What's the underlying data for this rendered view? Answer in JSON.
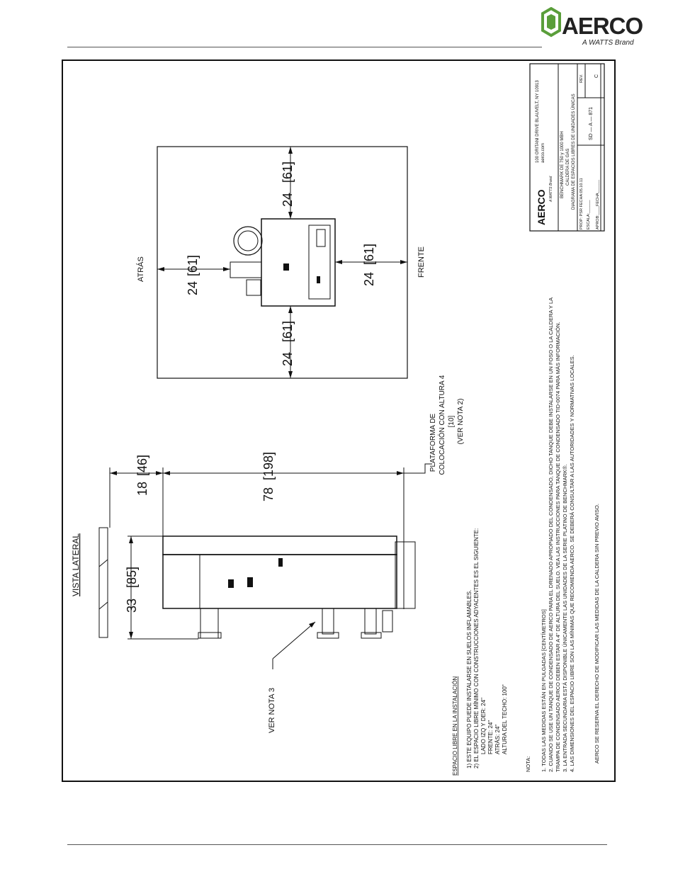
{
  "brand": {
    "name": "AERCO",
    "sub": "A WATTS Brand",
    "sub_watts": "A WATTS Brand",
    "reg": "®"
  },
  "views": {
    "side_view_title": "VISTA LATERAL",
    "back_label": "ATRÁS",
    "front_label": "FRENTE",
    "see_note_3": "VER NOTA 3",
    "platform_line1": "PLATAFORMA DE",
    "platform_line2": "COLOCACIÓN CON ALTURA 4",
    "platform_line3": "[10]",
    "platform_line4": "(VER NOTA 2)"
  },
  "dimensions": {
    "depth_in": "33",
    "depth_cm": "[85]",
    "top_in": "18",
    "top_cm": "[46]",
    "height_in": "78",
    "height_cm": "[198]",
    "left_in": "24",
    "left_cm": "[61]",
    "right_in": "24",
    "right_cm": "[61]",
    "back_in": "24",
    "back_cm": "[61]",
    "front_in": "24",
    "front_cm": "[61]"
  },
  "clearance": {
    "title": "ESPACIO LIBRE EN LA INSTALACIÓN",
    "line1": "1)     ESTE EQUIPO PUEDE INSTALARSE EN SUELOS INFLAMABLES.",
    "line2": "2)     EL ESPACIO LIBRE MÍNIMO CON CONSTRUCCIONES ADYACENTES ES EL SIGUIENTE:",
    "line3": "LADO IZQ Y DER: 24\"",
    "line4": "FRENTE: 24\"",
    "line5": "ATRÁS: 24\"",
    "line6": "ALTURA DEL TECHO: 100\""
  },
  "notes": {
    "title": "NOTA:",
    "n1": "1.  TODAS LAS MEDIDAS ESTÁN EN PULGADAS [CENTÍMETROS]",
    "n2a": "2.  CUANDO SE USE UN TANQUE DE CONDENSADO DE AERCO PARA EL DRENADO APROPIADO DEL CONDENSADO, DICHO TANQUE DEBE INSTALARSE EN UN FOSO O LA CALDERA Y LA",
    "n2b": "     TRAMPA DE CONDENSADO AERCO DEBEN ESTAR A 4\" DE ALTURA DEL SUELO. VEA LAS INSTRUCCIONES PARA TANQUE DE CONDENSADO TID-0074 PARA MÁS INFORMACIÓN.",
    "n3": "3.  LA ENTRADA SECUNDARIA ESTÁ DISPONIBLE ÚNICAMENTE LAS UNIDADES DE LA SERIE PLATINO DE BENCHMARK®.",
    "n4": "4.  LAS DIMENSIONES DEL ESPACIO LIBRE SON LAS MÍNIMAS QUE RECOMIENDA AERCO. SE DEBERÁ CONSULTAR A LAS AUTORIDADES Y NORMATIVAS LOCALES.",
    "reserve": "AERCO SE RESERVA EL DERECHO DE MODIFICAR LAS MEDIDAS DE LA CALDERA SIN PREVIO AVISO."
  },
  "title_block": {
    "address1": "100 ORITANI DRIVE   BLAUVELT, NY 10913",
    "address2": "aerco.com",
    "desc1": "BENCHMARK DE 750 y 1000 MBH",
    "desc2": "CALDERA DE GAS",
    "desc3": "DIAGRAMA DE ESPACIOS LIBRES DE UNIDADES ÚNICAS",
    "prop": "PROP: PSR  FECHA:05.10.11",
    "scale": "ESCALA:______",
    "approved": "APROB:____FECHA______",
    "doc_no": "SD — A — 871",
    "rev_label": "REV.",
    "rev": "C"
  }
}
